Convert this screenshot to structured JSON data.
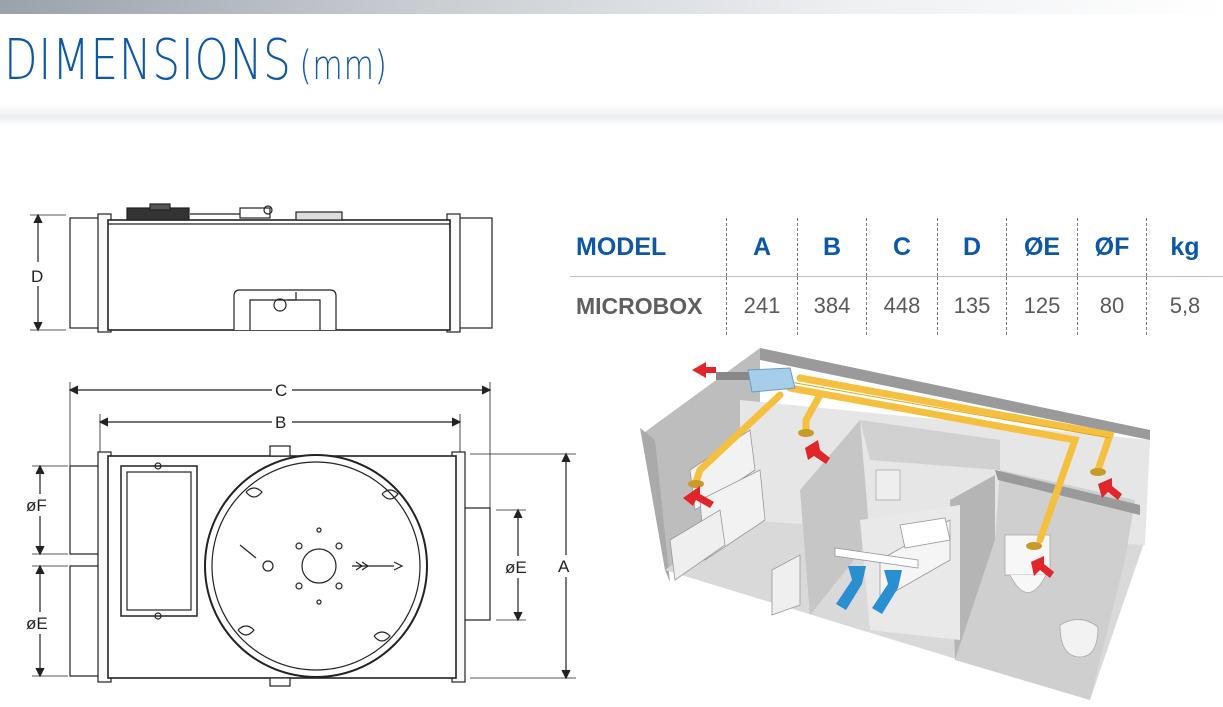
{
  "header": {
    "title": "DIMENSIONS",
    "unit": "(mm)"
  },
  "drawing_labels": {
    "D": "D",
    "C": "C",
    "B": "B",
    "A": "A",
    "oF": "øF",
    "oE_left": "øE",
    "oE_right": "øE"
  },
  "spec_table": {
    "headers": [
      "MODEL",
      "A",
      "B",
      "C",
      "D",
      "ØE",
      "ØF",
      "kg"
    ],
    "rows": [
      [
        "MICROBOX",
        "241",
        "384",
        "448",
        "135",
        "125",
        "80",
        "5,8"
      ]
    ]
  },
  "colors": {
    "brand_blue": "#0d58a6",
    "duct_yellow": "#f5c040",
    "extract_arrow_red": "#e0262a",
    "supply_arrow_blue": "#2a8fd0",
    "unit_blue": "#a6cde9"
  }
}
